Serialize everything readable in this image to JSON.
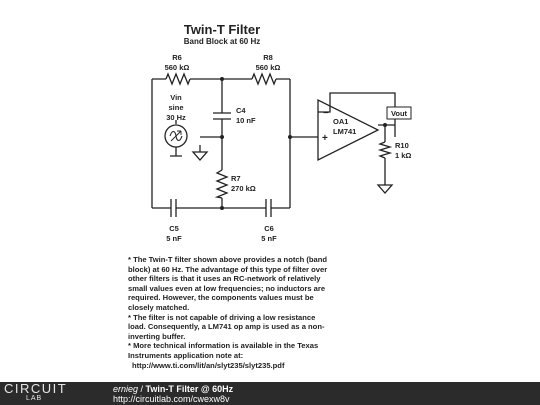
{
  "title": "Twin-T Filter",
  "subtitle": "Band Block at 60 Hz",
  "components": {
    "R6": {
      "name": "R6",
      "value": "560 kΩ"
    },
    "R8": {
      "name": "R8",
      "value": "560 kΩ"
    },
    "C4": {
      "name": "C4",
      "value": "10 nF"
    },
    "R7": {
      "name": "R7",
      "value": "270 kΩ"
    },
    "C5": {
      "name": "C5",
      "value": "5 nF"
    },
    "C6": {
      "name": "C6",
      "value": "5 nF"
    },
    "R10": {
      "name": "R10",
      "value": "1 kΩ"
    },
    "Vin": {
      "name": "Vin",
      "type": "sine",
      "freq": "30 Hz"
    },
    "OA1": {
      "name": "OA1",
      "model": "LM741",
      "minus": "−",
      "plus": "+"
    },
    "Vout": {
      "name": "Vout"
    }
  },
  "notes": [
    "* The Twin-T filter shown above provides a notch (band block) at 60 Hz. The advantage of this type of filter over other filters is that it uses an RC-network of relatively small values even at low frequencies; no inductors are required. However, the components values must be closely matched.",
    "* The filter is not capable of driving a low resistance load. Consequently, a LM741 op amp is used as a non-inverting buffer.",
    "* More technical information is available in the Texas Instruments application note at:",
    "http://www.ti.com/lit/an/slyt235/slyt235.pdf"
  ],
  "footer": {
    "logo_top": "CIRCUIT",
    "logo_bottom": "LAB",
    "author": "ernieg",
    "separator": " / ",
    "title": "Twin-T Filter @ 60Hz",
    "url": "http://circuitlab.com/cwexw8v"
  }
}
